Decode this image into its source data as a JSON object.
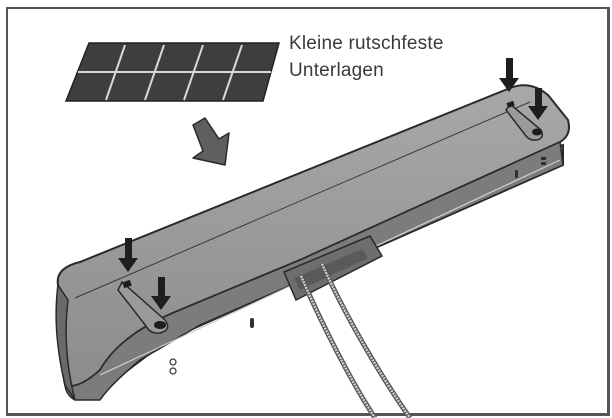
{
  "diagram": {
    "caption": {
      "line1": "Kleine rutschfeste",
      "line2": "Unterlagen"
    },
    "subject": "soundbar-underside",
    "parts": {
      "pad_sheet": {
        "rows": 2,
        "cols": 5,
        "color": "#3e3e3e"
      },
      "placement_arrow": {
        "direction": "down-right",
        "color": "#5a5a5a"
      },
      "pad_position_arrows": {
        "count": 4,
        "color": "#1e1e1e"
      },
      "cables": {
        "count": 2
      }
    },
    "colors": {
      "frame": "#555555",
      "body": "#8f8f8f",
      "body_top": "#9a9a9a",
      "body_front": "#7a7a7a",
      "outline": "#2a2a2a"
    }
  }
}
